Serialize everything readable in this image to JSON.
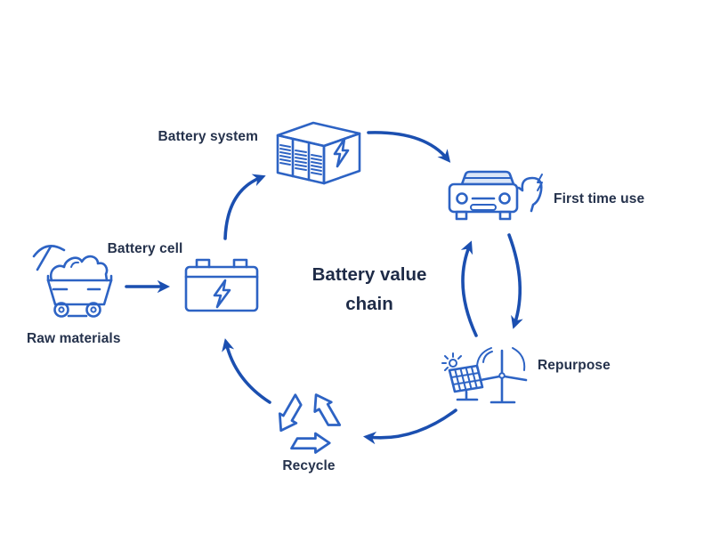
{
  "diagram": {
    "title_line1": "Battery value",
    "title_line2": "chain",
    "nodes": {
      "raw_materials": {
        "label": "Raw materials",
        "icon": "mine-cart-icon"
      },
      "battery_cell": {
        "label": "Battery cell",
        "icon": "car-battery-icon"
      },
      "battery_system": {
        "label": "Battery system",
        "icon": "battery-pack-box-icon"
      },
      "first_time_use": {
        "label": "First time use",
        "icon": "ev-car-charging-icon"
      },
      "repurpose": {
        "label": "Repurpose",
        "icon": "solar-panel-wind-turbine-icon"
      },
      "recycle": {
        "label": "Recycle",
        "icon": "recycle-arrows-icon"
      }
    },
    "edges": [
      {
        "from": "raw_materials",
        "to": "battery_cell"
      },
      {
        "from": "battery_cell",
        "to": "battery_system"
      },
      {
        "from": "battery_system",
        "to": "first_time_use"
      },
      {
        "from": "first_time_use",
        "to": "repurpose"
      },
      {
        "from": "repurpose",
        "to": "first_time_use"
      },
      {
        "from": "repurpose",
        "to": "recycle"
      },
      {
        "from": "recycle",
        "to": "battery_cell"
      }
    ],
    "colors": {
      "icon_blue": "#2d63c4",
      "arrow_blue": "#1b4fb0",
      "text_navy": "#25324c",
      "title_navy": "#1e2b47",
      "light_blue_fill": "#dce7f8"
    }
  }
}
